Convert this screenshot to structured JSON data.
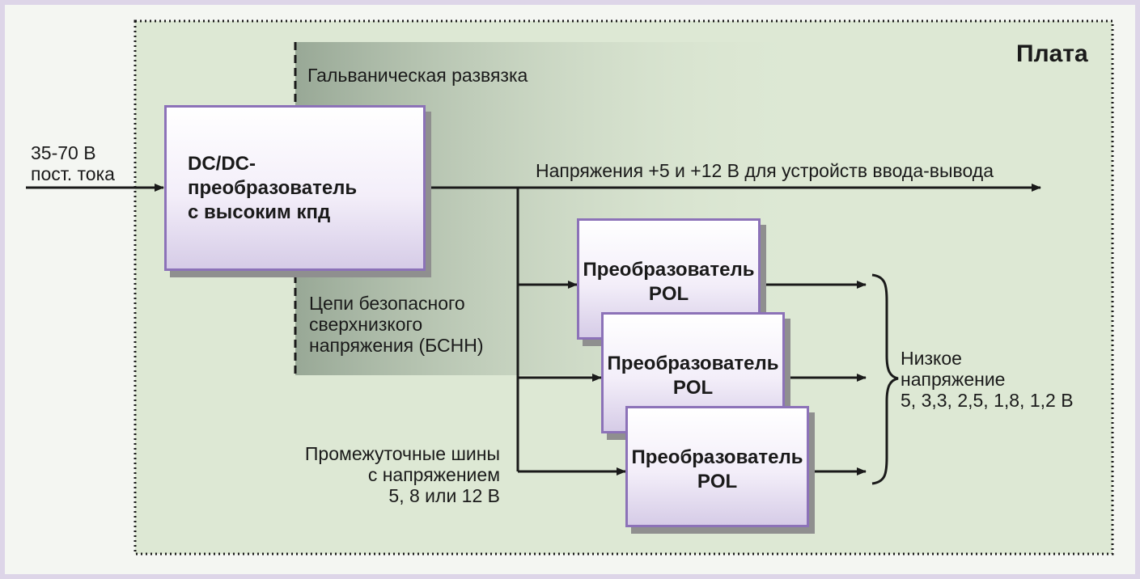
{
  "board": {
    "label": "Плата"
  },
  "galvanic_isolation": {
    "label": "Гальваническая развязка"
  },
  "input": {
    "line1": "35-70 В",
    "line2": "пост. тока"
  },
  "dcdc": {
    "line1": "DC/DC-преобразователь",
    "line2": "с высоким кпд"
  },
  "io_voltage": {
    "label": "Напряжения +5 и +12 В для устройств ввода-вывода"
  },
  "selv": {
    "line1": "Цепи безопасного",
    "line2": "сверхнизкого",
    "line3": "напряжения (БСНН)"
  },
  "pol_converters": [
    {
      "line1": "Преобразователь",
      "line2": "POL"
    },
    {
      "line1": "Преобразователь",
      "line2": "POL"
    },
    {
      "line1": "Преобразователь",
      "line2": "POL"
    }
  ],
  "intermediate_bus": {
    "line1": "Промежуточные шины",
    "line2": "с напряжением",
    "line3": "5, 8 или 12 В"
  },
  "low_voltage": {
    "line1": "Низкое",
    "line2": "напряжение",
    "line3": "5, 3,3, 2,5, 1,8, 1,2 В"
  },
  "colors": {
    "board_fill": "#dde8d4",
    "isolation_shade": "#9aaa98",
    "box_border": "#8c72b8",
    "line": "#1a1a1a",
    "outer_bg": "#ddd5e8"
  }
}
